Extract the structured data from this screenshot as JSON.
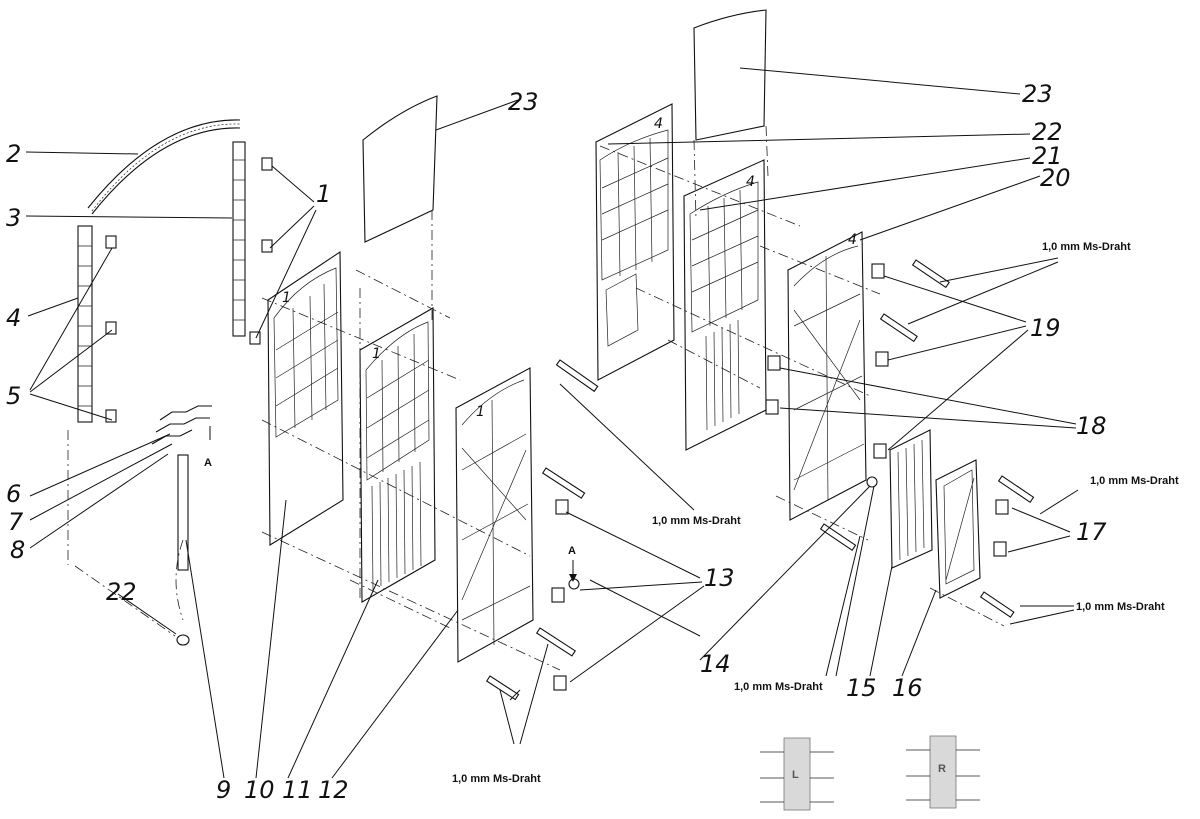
{
  "part_numbers": {
    "n1": "1",
    "n2": "2",
    "n3": "3",
    "n4": "4",
    "n5": "5",
    "n6": "6",
    "n7": "7",
    "n8": "8",
    "n9": "9",
    "n10": "10",
    "n11": "11",
    "n12": "12",
    "n13": "13",
    "n14": "14",
    "n15": "15",
    "n16": "16",
    "n17": "17",
    "n18": "18",
    "n19": "19",
    "n20": "20",
    "n21": "21",
    "n22_left": "22",
    "n22_right": "22",
    "n23_left": "23",
    "n23_right": "23"
  },
  "wire_labels": {
    "w1": "1,0 mm Ms-Draht",
    "w2": "1,0 mm Ms-Draht",
    "w3": "1,0 mm Ms-Draht",
    "w4": "1,0 mm Ms-Draht",
    "w5": "1,0 mm Ms-Draht",
    "w6": "1,0 mm Ms-Draht"
  },
  "door_marks": {
    "left_outer": "1",
    "left_mid": "1",
    "left_frame": "1",
    "right_outer": "4",
    "right_mid": "4",
    "right_frame": "4"
  },
  "arrow_marks": {
    "a_top": "A",
    "a_mid": "A"
  },
  "inset_marks": {
    "left": "L",
    "right": "R"
  }
}
